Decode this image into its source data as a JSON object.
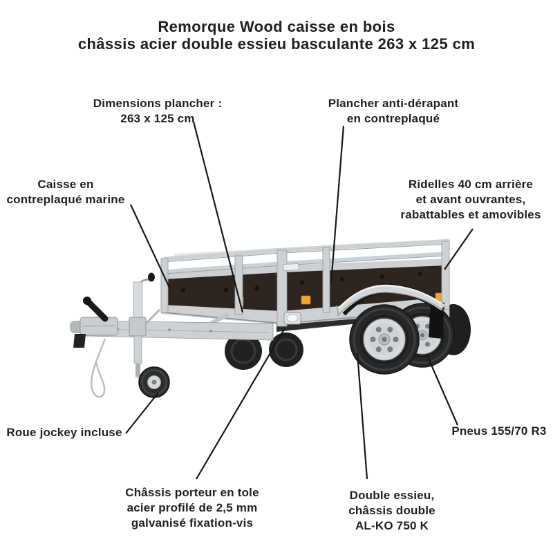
{
  "title": {
    "line1": "Remorque Wood caisse en bois",
    "line2": "châssis acier double essieu basculante 263 x 125 cm"
  },
  "callouts": {
    "dimensions": {
      "text": "Dimensions plancher :\n263 x 125 cm"
    },
    "plancher": {
      "text": "Plancher anti-dérapant\nen contreplaqué"
    },
    "caisse": {
      "text": "Caisse en\ncontreplaqué marine"
    },
    "ridelles": {
      "text": "Ridelles 40 cm arrière\net avant ouvrantes,\nrabattables et amovibles"
    },
    "roue_jockey": {
      "text": "Roue jockey incluse"
    },
    "pneus": {
      "text": "Pneus 155/70 R3"
    },
    "chassis": {
      "text": "Châssis porteur en tole\nacier profilé de 2,5 mm\ngalvanisé fixation-vis"
    },
    "essieu": {
      "text": "Double essieu,\nchâssis double\nAL-KO 750 K"
    }
  },
  "illustration": {
    "alt": "Remorque à caisse en contreplaqué foncé, ridelles galvanisées, double essieu et roue jockey"
  },
  "colors": {
    "background": "#ffffff",
    "text": "#1f1f1f",
    "callout_line": "#161616",
    "wood_panel": "#2e2420",
    "galvanized": "#cdd1d3",
    "galvanized_dark": "#9aa0a3",
    "galvanized_light": "#eff1f2",
    "tire": "#262626",
    "rim": "#d7dadc",
    "amber_marker": "#efa538"
  }
}
